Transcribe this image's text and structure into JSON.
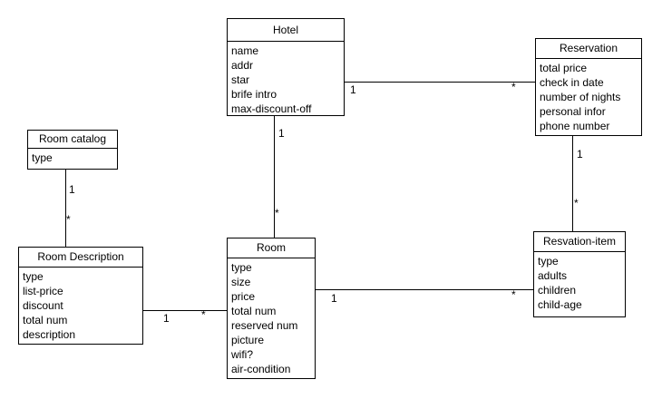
{
  "diagram": {
    "type": "uml-class-diagram",
    "colors": {
      "line": "#000000",
      "text": "#000000",
      "background": "#ffffff",
      "box_fill": "#ffffff"
    },
    "entities": {
      "hotel": {
        "title": "Hotel",
        "attributes": [
          "name",
          "addr",
          "star",
          "brife intro",
          "max-discount-off"
        ]
      },
      "reservation": {
        "title": "Reservation",
        "attributes": [
          "total price",
          "check in date",
          "number of nights",
          "personal infor",
          "phone number"
        ]
      },
      "room_catalog": {
        "title": "Room catalog",
        "attributes": [
          "type"
        ]
      },
      "room_description": {
        "title": "Room Description",
        "attributes": [
          "type",
          "list-price",
          "discount",
          "total num",
          "description"
        ]
      },
      "room": {
        "title": "Room",
        "attributes": [
          "type",
          "size",
          "price",
          "total num",
          "reserved num",
          "picture",
          "wifi?",
          "air-condition"
        ]
      },
      "resvation_item": {
        "title": "Resvation-item",
        "attributes": [
          "type",
          "adults",
          "children",
          "child-age"
        ]
      }
    },
    "connections": {
      "hotel_reservation": {
        "from": "Hotel",
        "to": "Reservation",
        "from_label": "1",
        "to_label": "*"
      },
      "hotel_room": {
        "from": "Hotel",
        "to": "Room",
        "from_label": "1",
        "to_label": "*"
      },
      "reservation_resvation_item": {
        "from": "Reservation",
        "to": "Resvation-item",
        "from_label": "1",
        "to_label": "*"
      },
      "room_catalog_room_description": {
        "from": "Room catalog",
        "to": "Room Description",
        "from_label": "1",
        "to_label": "*"
      },
      "room_description_room": {
        "from": "Room Description",
        "to": "Room",
        "from_label": "1",
        "to_label": "*"
      },
      "room_resvation_item": {
        "from": "Room",
        "to": "Resvation-item",
        "from_label": "1",
        "to_label": "*"
      }
    }
  }
}
